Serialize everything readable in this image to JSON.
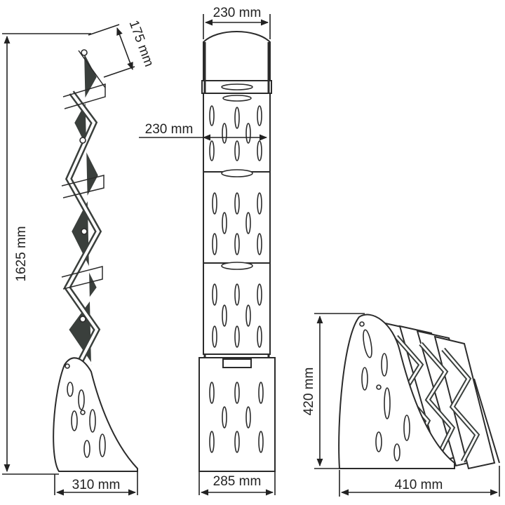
{
  "dimensions": {
    "side_height": "1625 mm",
    "side_top_depth": "175 mm",
    "side_base_width": "310 mm",
    "front_top_width": "230 mm",
    "front_shelf_width": "230 mm",
    "front_base_width": "285 mm",
    "folded_height": "420 mm",
    "folded_length": "410 mm"
  },
  "colors": {
    "ink": "#2b2b2b",
    "fill": "#3a3f3c"
  }
}
